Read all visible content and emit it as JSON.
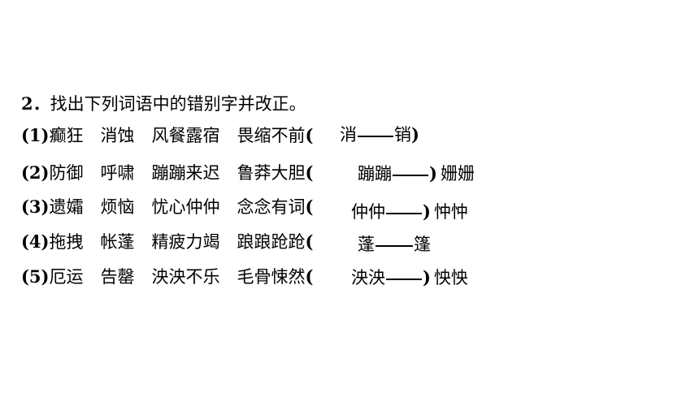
{
  "title": {
    "num": "2．",
    "text": "找出下列词语中的错别字并改正。"
  },
  "rows": [
    {
      "num": "(1)",
      "words": "癫狂　消蚀　风餐露宿　畏缩不前",
      "open": "(",
      "wrong": "消",
      "right": "销",
      "close": ")"
    },
    {
      "num": "(2)",
      "words": "防御　呼啸　蹦蹦来迟　鲁莽大胆",
      "open": "(",
      "wrong": "蹦蹦",
      "right": "姗姗",
      "close": ")"
    },
    {
      "num": "(3)",
      "words": "遗孀　烦恼　忧心仲仲　念念有词",
      "open": "(",
      "wrong": "仲仲",
      "right": "忡忡",
      "close": ")"
    },
    {
      "num": "(4)",
      "words": "拖拽　帐蓬　精疲力竭　踉踉跄跄",
      "open": "(",
      "wrong": "蓬",
      "right": "篷",
      "close": ""
    },
    {
      "num": "(5)",
      "words": "厄运　告罄　泱泱不乐　毛骨悚然",
      "open": "(",
      "wrong": "泱泱",
      "right": "怏怏",
      "close": ")"
    }
  ]
}
